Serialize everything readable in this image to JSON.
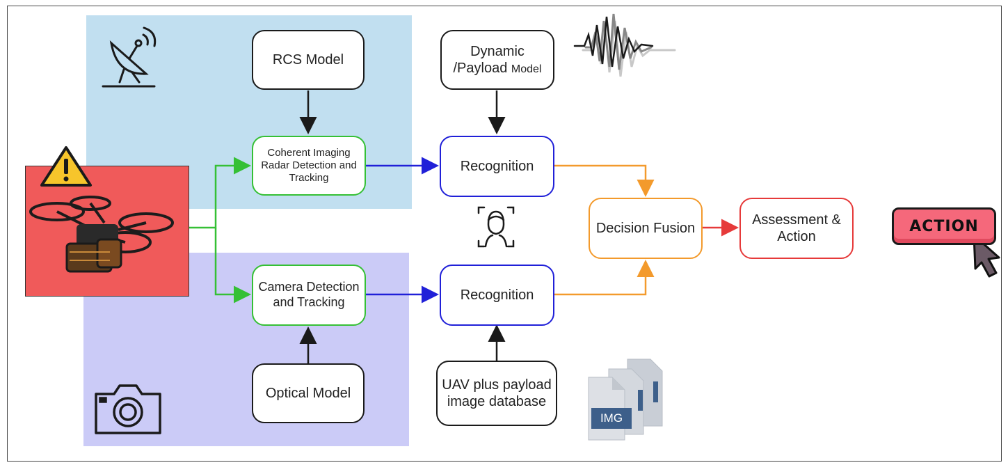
{
  "nodes": {
    "rcs_model": "RCS Model",
    "radar_detection": "Coherent Imaging Radar Detection and Tracking",
    "dynamic_model_line1": "Dynamic",
    "dynamic_model_line2": "/Payload",
    "dynamic_model_line3": "Model",
    "recognition_top": "Recognition",
    "decision_fusion": "Decision Fusion",
    "assessment_action": "Assessment & Action",
    "camera_detection": "Camera Detection and Tracking",
    "recognition_bottom": "Recognition",
    "optical_model": "Optical Model",
    "uav_database": "UAV plus payload image database"
  },
  "badges": {
    "action_button": "ACTION",
    "img_label": "IMG"
  },
  "colors": {
    "radar_zone": "#c1dff0",
    "camera_zone": "#cbcbf7",
    "drone_zone": "#f05a5a",
    "green_flow": "#35c035",
    "blue_flow": "#2020d8",
    "orange_flow": "#f39a2c",
    "red_flow": "#e63a3a"
  },
  "icons": [
    "satellite-dish-icon",
    "warning-icon",
    "drone-image",
    "camera-icon",
    "face-scan-icon",
    "signal-waveform-icon",
    "image-files-icon",
    "cursor-icon"
  ]
}
